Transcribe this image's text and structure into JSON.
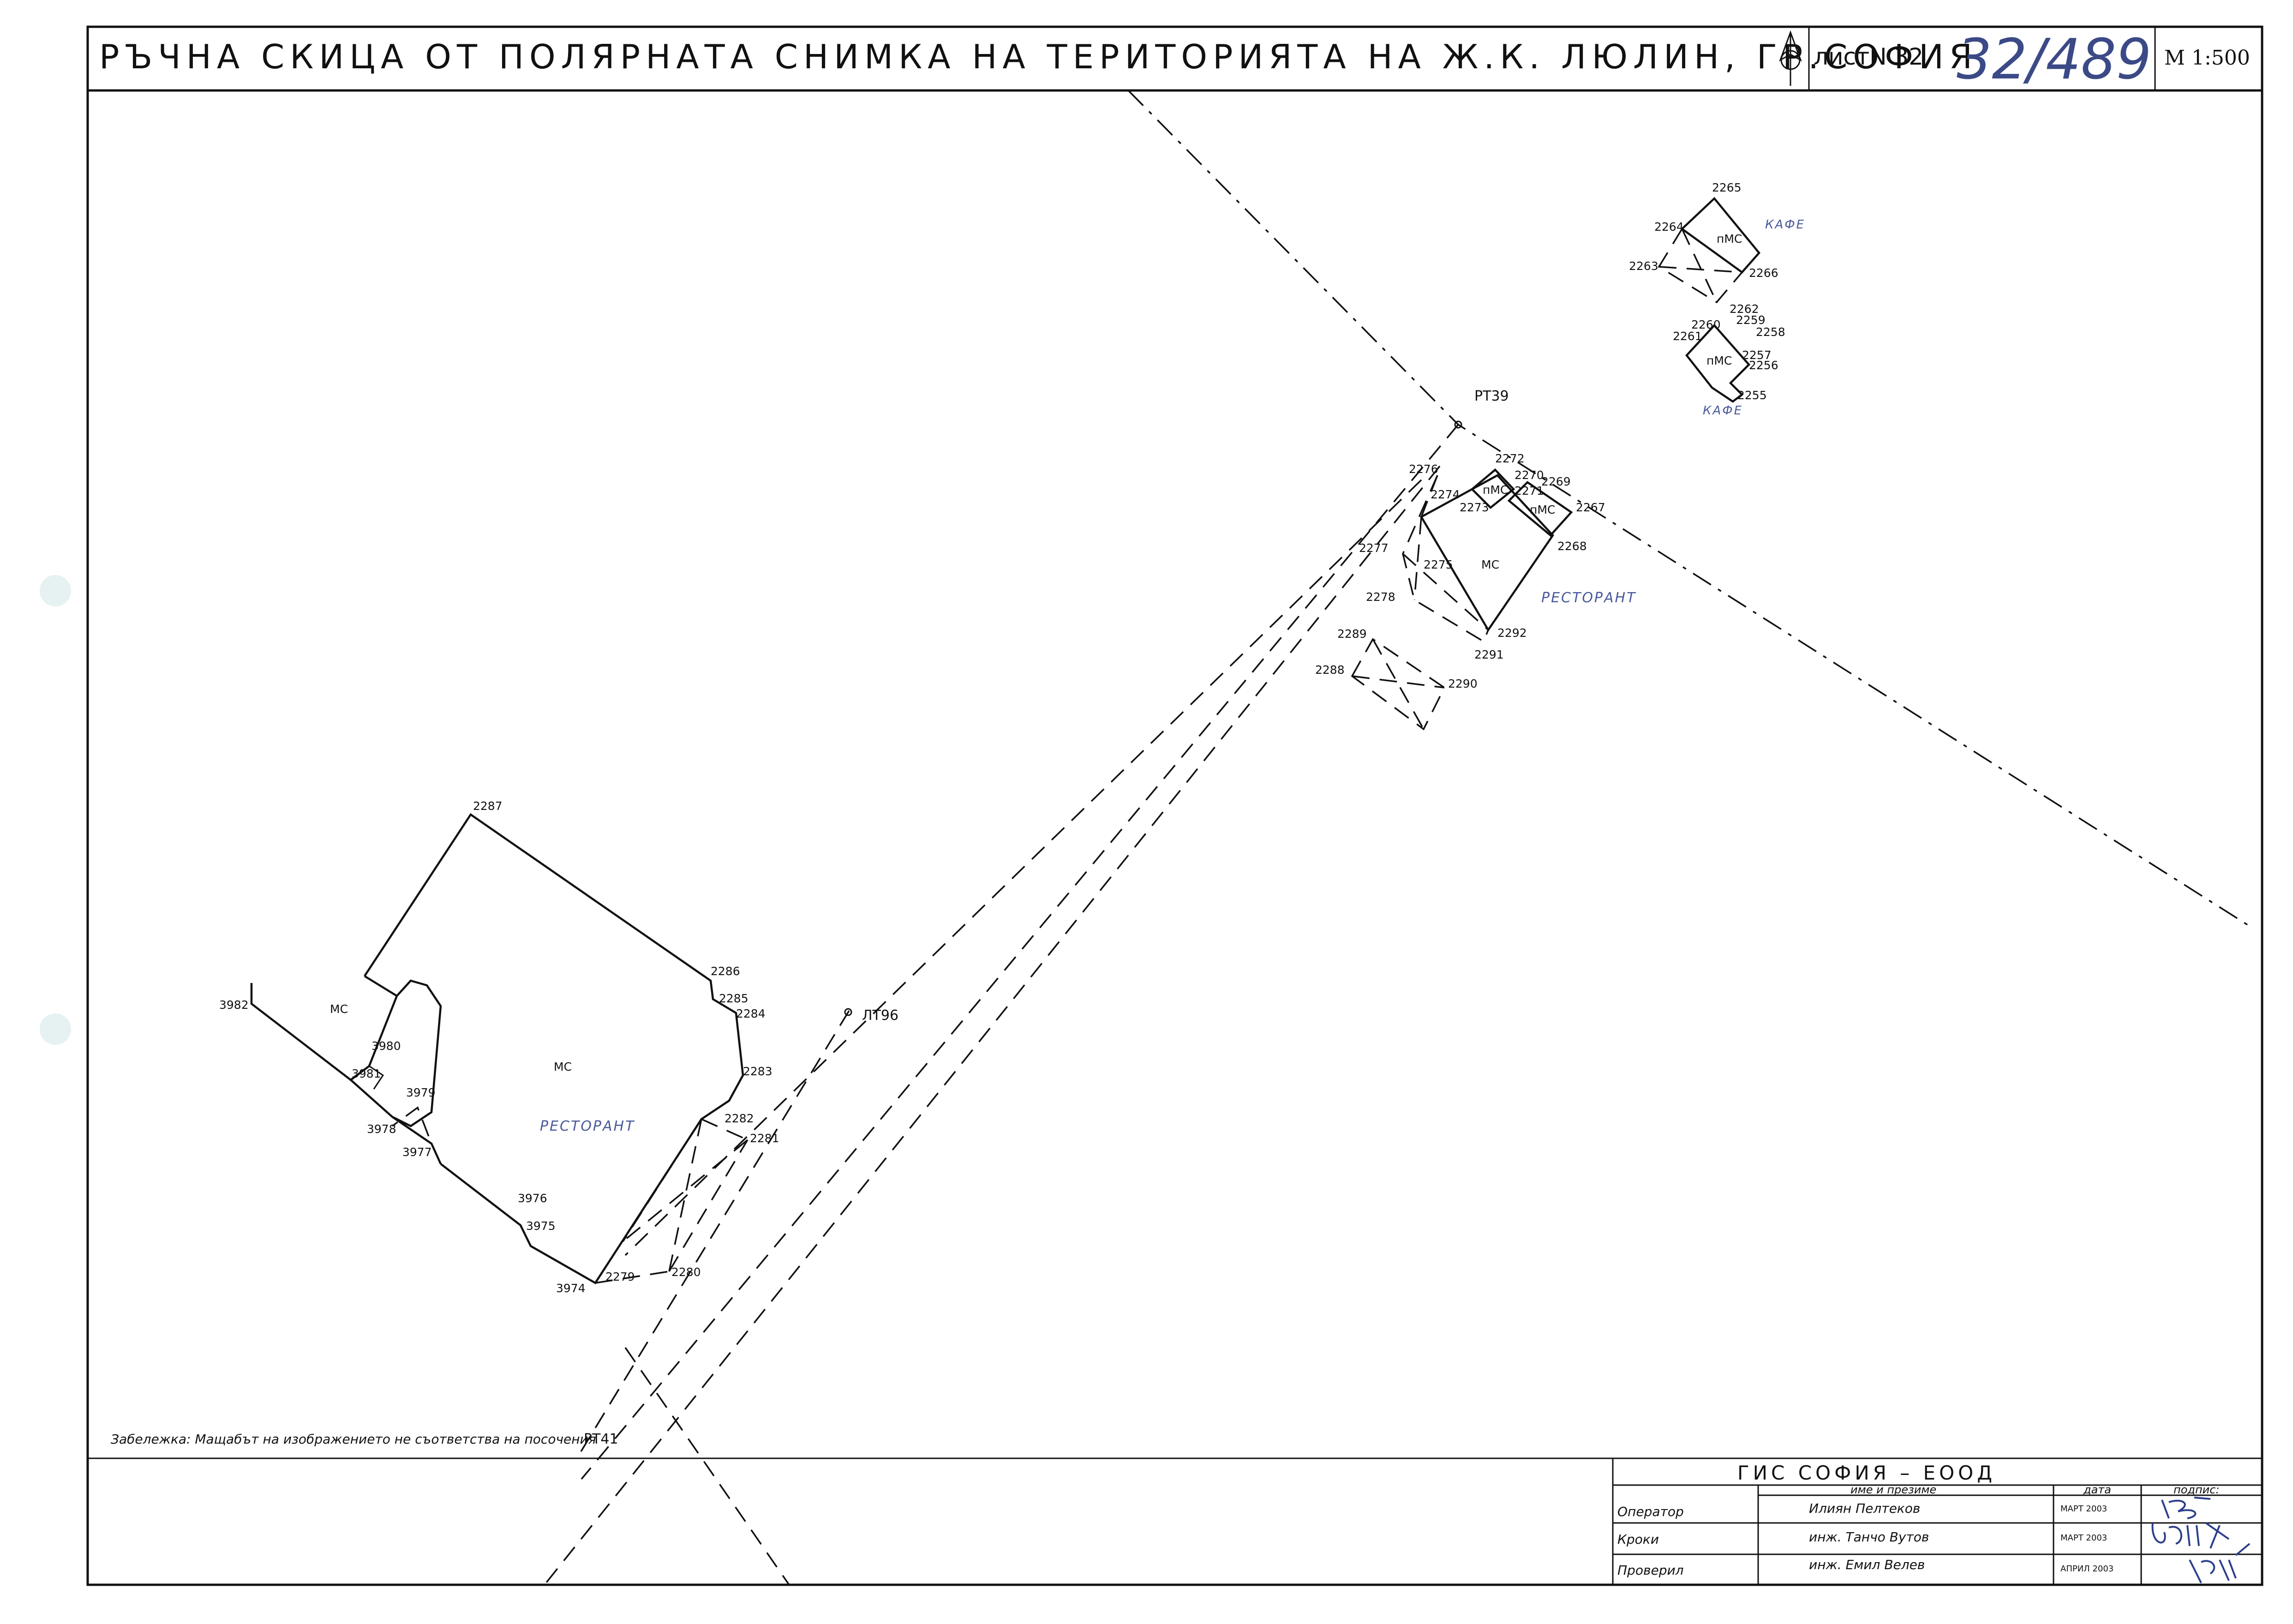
{
  "title": "РЪЧНА СКИЦА ОТ ПОЛЯРНАТА СНИМКА НА ТЕРИТОРИЯТА НА Ж.К. ЛЮЛИН, ГР.СОФИЯ",
  "sheet_label": "листN 32",
  "handwritten_number": "32/489",
  "scale": "M 1:500",
  "stations": {
    "pt39": "РТ39",
    "pt41": "РТ41",
    "lt96": "ЛТ96"
  },
  "building_labels": {
    "mc_left": "МС",
    "mc_main": "МС",
    "mc_east": "МС",
    "nmc_a": "пМС",
    "nmc_b": "пМС",
    "nmc_c": "пМС",
    "nmc_d": "пМС"
  },
  "handwritten_labels": {
    "restaurant_west": "РЕСТОРАНТ",
    "restaurant_east": "РЕСТОРАНТ",
    "cafe_top": "КАФЕ",
    "cafe_bottom": "КАФЕ"
  },
  "points": {
    "p2255": "2255",
    "p2256": "2256",
    "p2257": "2257",
    "p2258": "2258",
    "p2259": "2259",
    "p2260": "2260",
    "p2261": "2261",
    "p2262": "2262",
    "p2263": "2263",
    "p2264": "2264",
    "p2265": "2265",
    "p2266": "2266",
    "p2267": "2267",
    "p2268": "2268",
    "p2269": "2269",
    "p2270": "2270",
    "p2271": "2271",
    "p2272": "2272",
    "p2273": "2273",
    "p2274": "2274",
    "p2275": "2275",
    "p2276": "2276",
    "p2277": "2277",
    "p2278": "2278",
    "p2279": "2279",
    "p2280": "2280",
    "p2281": "2281",
    "p2282": "2282",
    "p2283": "2283",
    "p2284": "2284",
    "p2285": "2285",
    "p2286": "2286",
    "p2287": "2287",
    "p2288": "2288",
    "p2289": "2289",
    "p2290": "2290",
    "p2291": "2291",
    "p2292": "2292",
    "p3974": "3974",
    "p3975": "3975",
    "p3976": "3976",
    "p3977": "3977",
    "p3978": "3978",
    "p3979": "3979",
    "p3980": "3980",
    "p3981": "3981",
    "p3982": "3982"
  },
  "note": "Забележка: Мащабът на изображението не съответства на посочения",
  "title_block": {
    "company": "ГИС СОФИЯ – ЕООД",
    "col_name": "име и презиме",
    "col_date": "дата",
    "col_sign": "подпис:",
    "rows": [
      {
        "role": "Оператор",
        "name": "Илиян Пелтеков",
        "date": "МАРТ 2003"
      },
      {
        "role": "Кроки",
        "name": "инж. Танчо Вутов",
        "date": "МАРТ 2003"
      },
      {
        "role": "Проверил",
        "name": "инж. Емил Велев",
        "date": "АПРИЛ 2003"
      }
    ]
  }
}
